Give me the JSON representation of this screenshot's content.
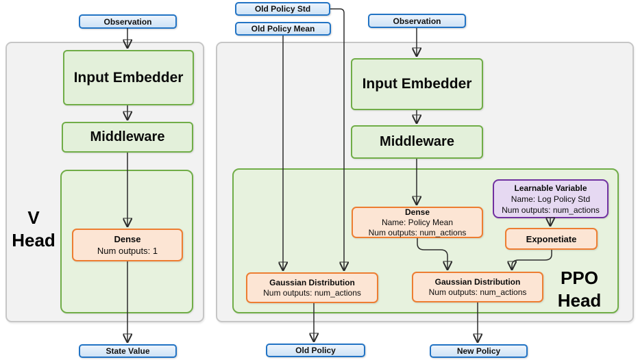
{
  "colors": {
    "panel_fill": "#f2f2f2",
    "panel_border": "#c6c6c6",
    "green_fill": "#e3f0da",
    "green_border": "#70ad47",
    "green_container_fill": "#e7f2de",
    "orange_fill": "#fce5d4",
    "orange_border": "#ed7d31",
    "purple_fill": "#e6d9f2",
    "purple_border": "#7030a0",
    "blue_fill": "#dbe9f8",
    "blue_border": "#2173c4",
    "connector": "#2b2b2b"
  },
  "v_head": {
    "title_line1": "V",
    "title_line2": "Head",
    "observation": "Observation",
    "input_embedder": "Input Embedder",
    "middleware": "Middleware",
    "dense": {
      "title": "Dense",
      "line2": "Num outputs: 1"
    },
    "state_value": "State Value"
  },
  "ppo": {
    "title_line1": "PPO",
    "title_line2": "Head",
    "old_policy_std": "Old Policy Std",
    "old_policy_mean": "Old Policy Mean",
    "observation": "Observation",
    "input_embedder": "Input Embedder",
    "middleware": "Middleware",
    "dense": {
      "title": "Dense",
      "line2": "Name: Policy Mean",
      "line3": "Num outputs: num_actions"
    },
    "learnable_variable": {
      "title": "Learnable Variable",
      "line2": "Name: Log Policy Std",
      "line3": "Num outputs: num_actions"
    },
    "exponetiate": "Exponetiate",
    "gaussian_old": {
      "title": "Gaussian Distribution",
      "line2": "Num outputs: num_actions"
    },
    "gaussian_new": {
      "title": "Gaussian Distribution",
      "line2": "Num outputs: num_actions"
    },
    "old_policy": "Old Policy",
    "new_policy": "New Policy"
  }
}
